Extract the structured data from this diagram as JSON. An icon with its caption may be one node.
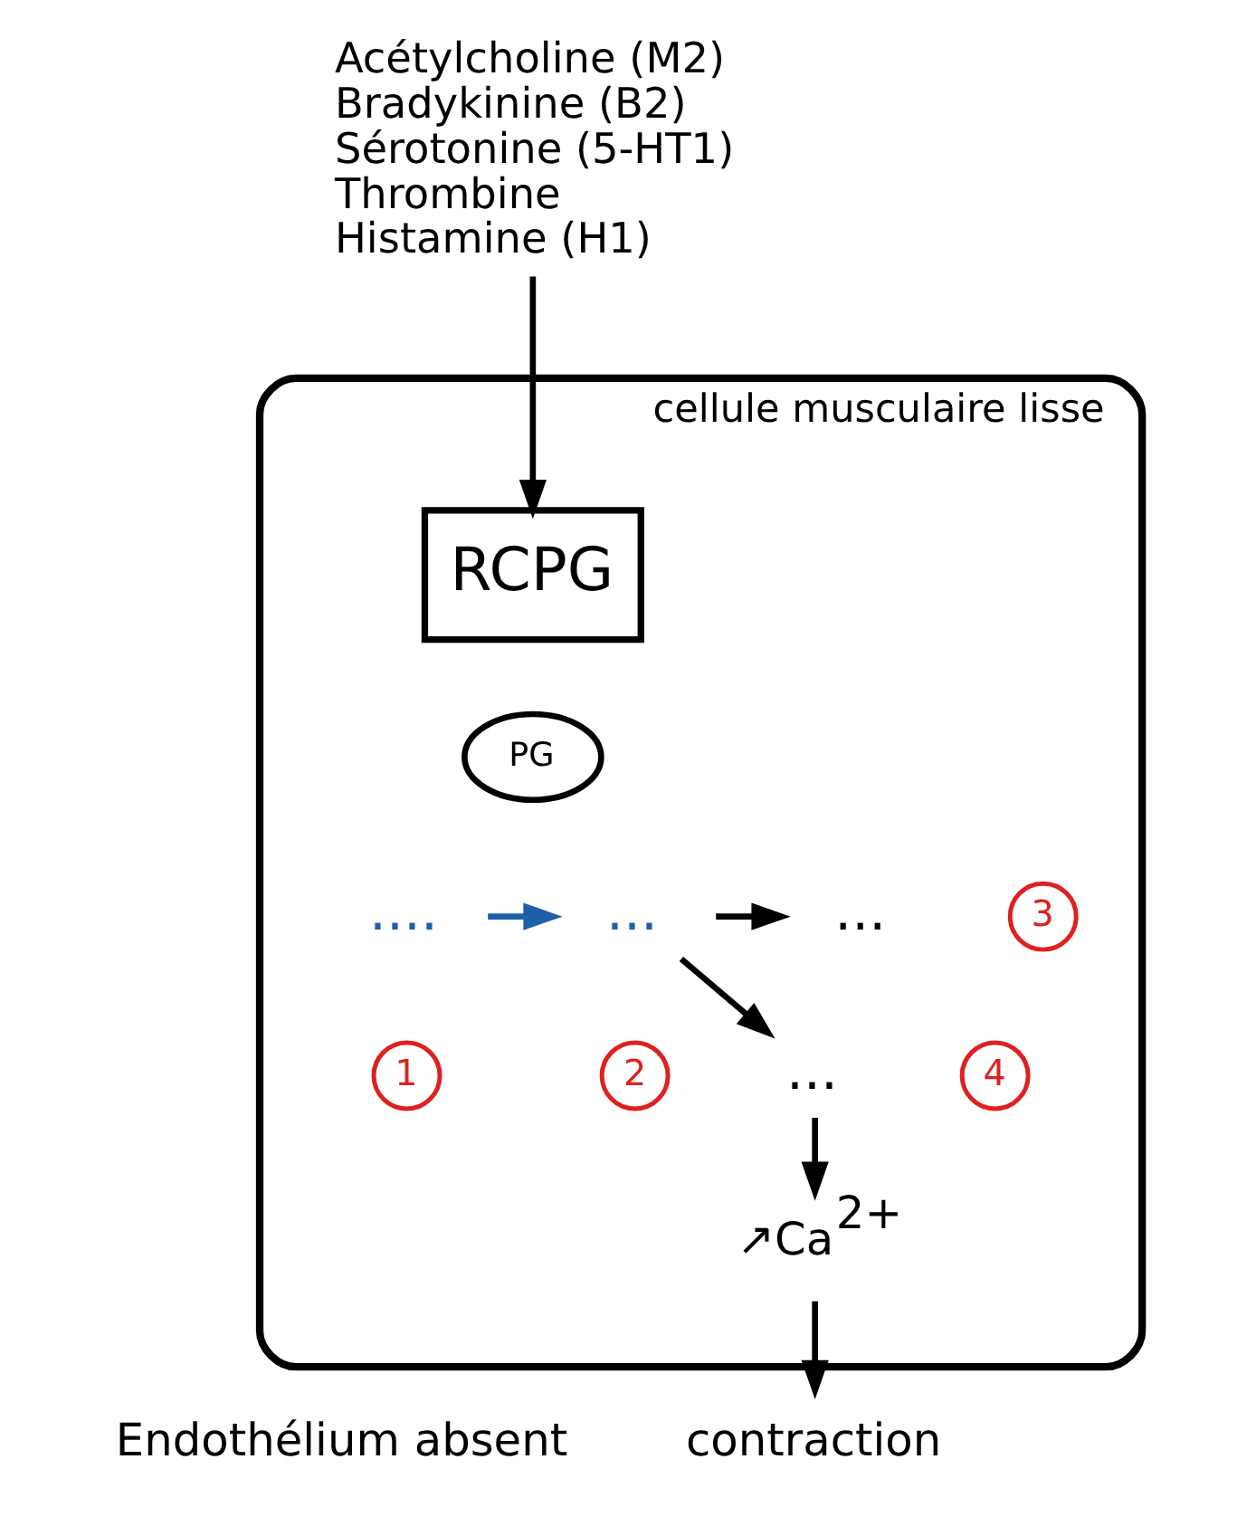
{
  "diagram": {
    "nodes": [
      {
        "text": [
          "Acétylcholine (M2)",
          "Bradykinine (B2)",
          "Sérotonine (5-HT1)",
          "Thrombine",
          "Histamine (H1)"
        ]
      },
      {
        "text": [
          "cellule musculaire lisse"
        ]
      },
      {
        "text": [
          "RCPG"
        ],
        "in": 1
      },
      {
        "text": [
          "PG"
        ],
        "in": 1
      },
      {
        "text": [
          "...."
        ],
        "in": 1
      },
      {
        "text": [
          "1"
        ],
        "in": 1
      },
      {
        "text": [
          "..."
        ],
        "in": 1
      },
      {
        "text": [
          "2"
        ],
        "in": 1
      },
      {
        "text": [
          "..."
        ],
        "in": 1
      },
      {
        "text": [
          "3"
        ],
        "in": 1
      },
      {
        "text": [
          "..."
        ],
        "in": 1
      },
      {
        "text": [
          "4"
        ],
        "in": 1
      },
      {
        "text": [
          "↗Ca$^{2+}$"
        ],
        "in": 1
      },
      {
        "text": [
          "contraction"
        ]
      }
    ],
    "edges": [
      {
        "from": 0,
        "to": 2,
        "arrow": "to"
      },
      {
        "from": 4,
        "to": 6,
        "arrow": "to",
        "color": "#1f5fa8"
      },
      {
        "from": 6,
        "to": 8,
        "arrow": "to"
      },
      {
        "from": 6,
        "to": 10,
        "arrow": "to"
      },
      {
        "from": 10,
        "to": 12,
        "arrow": "to"
      },
      {
        "from": 12,
        "to": 13,
        "arrow": "to"
      }
    ],
    "labels": [
      "Endothélium absent"
    ]
  }
}
